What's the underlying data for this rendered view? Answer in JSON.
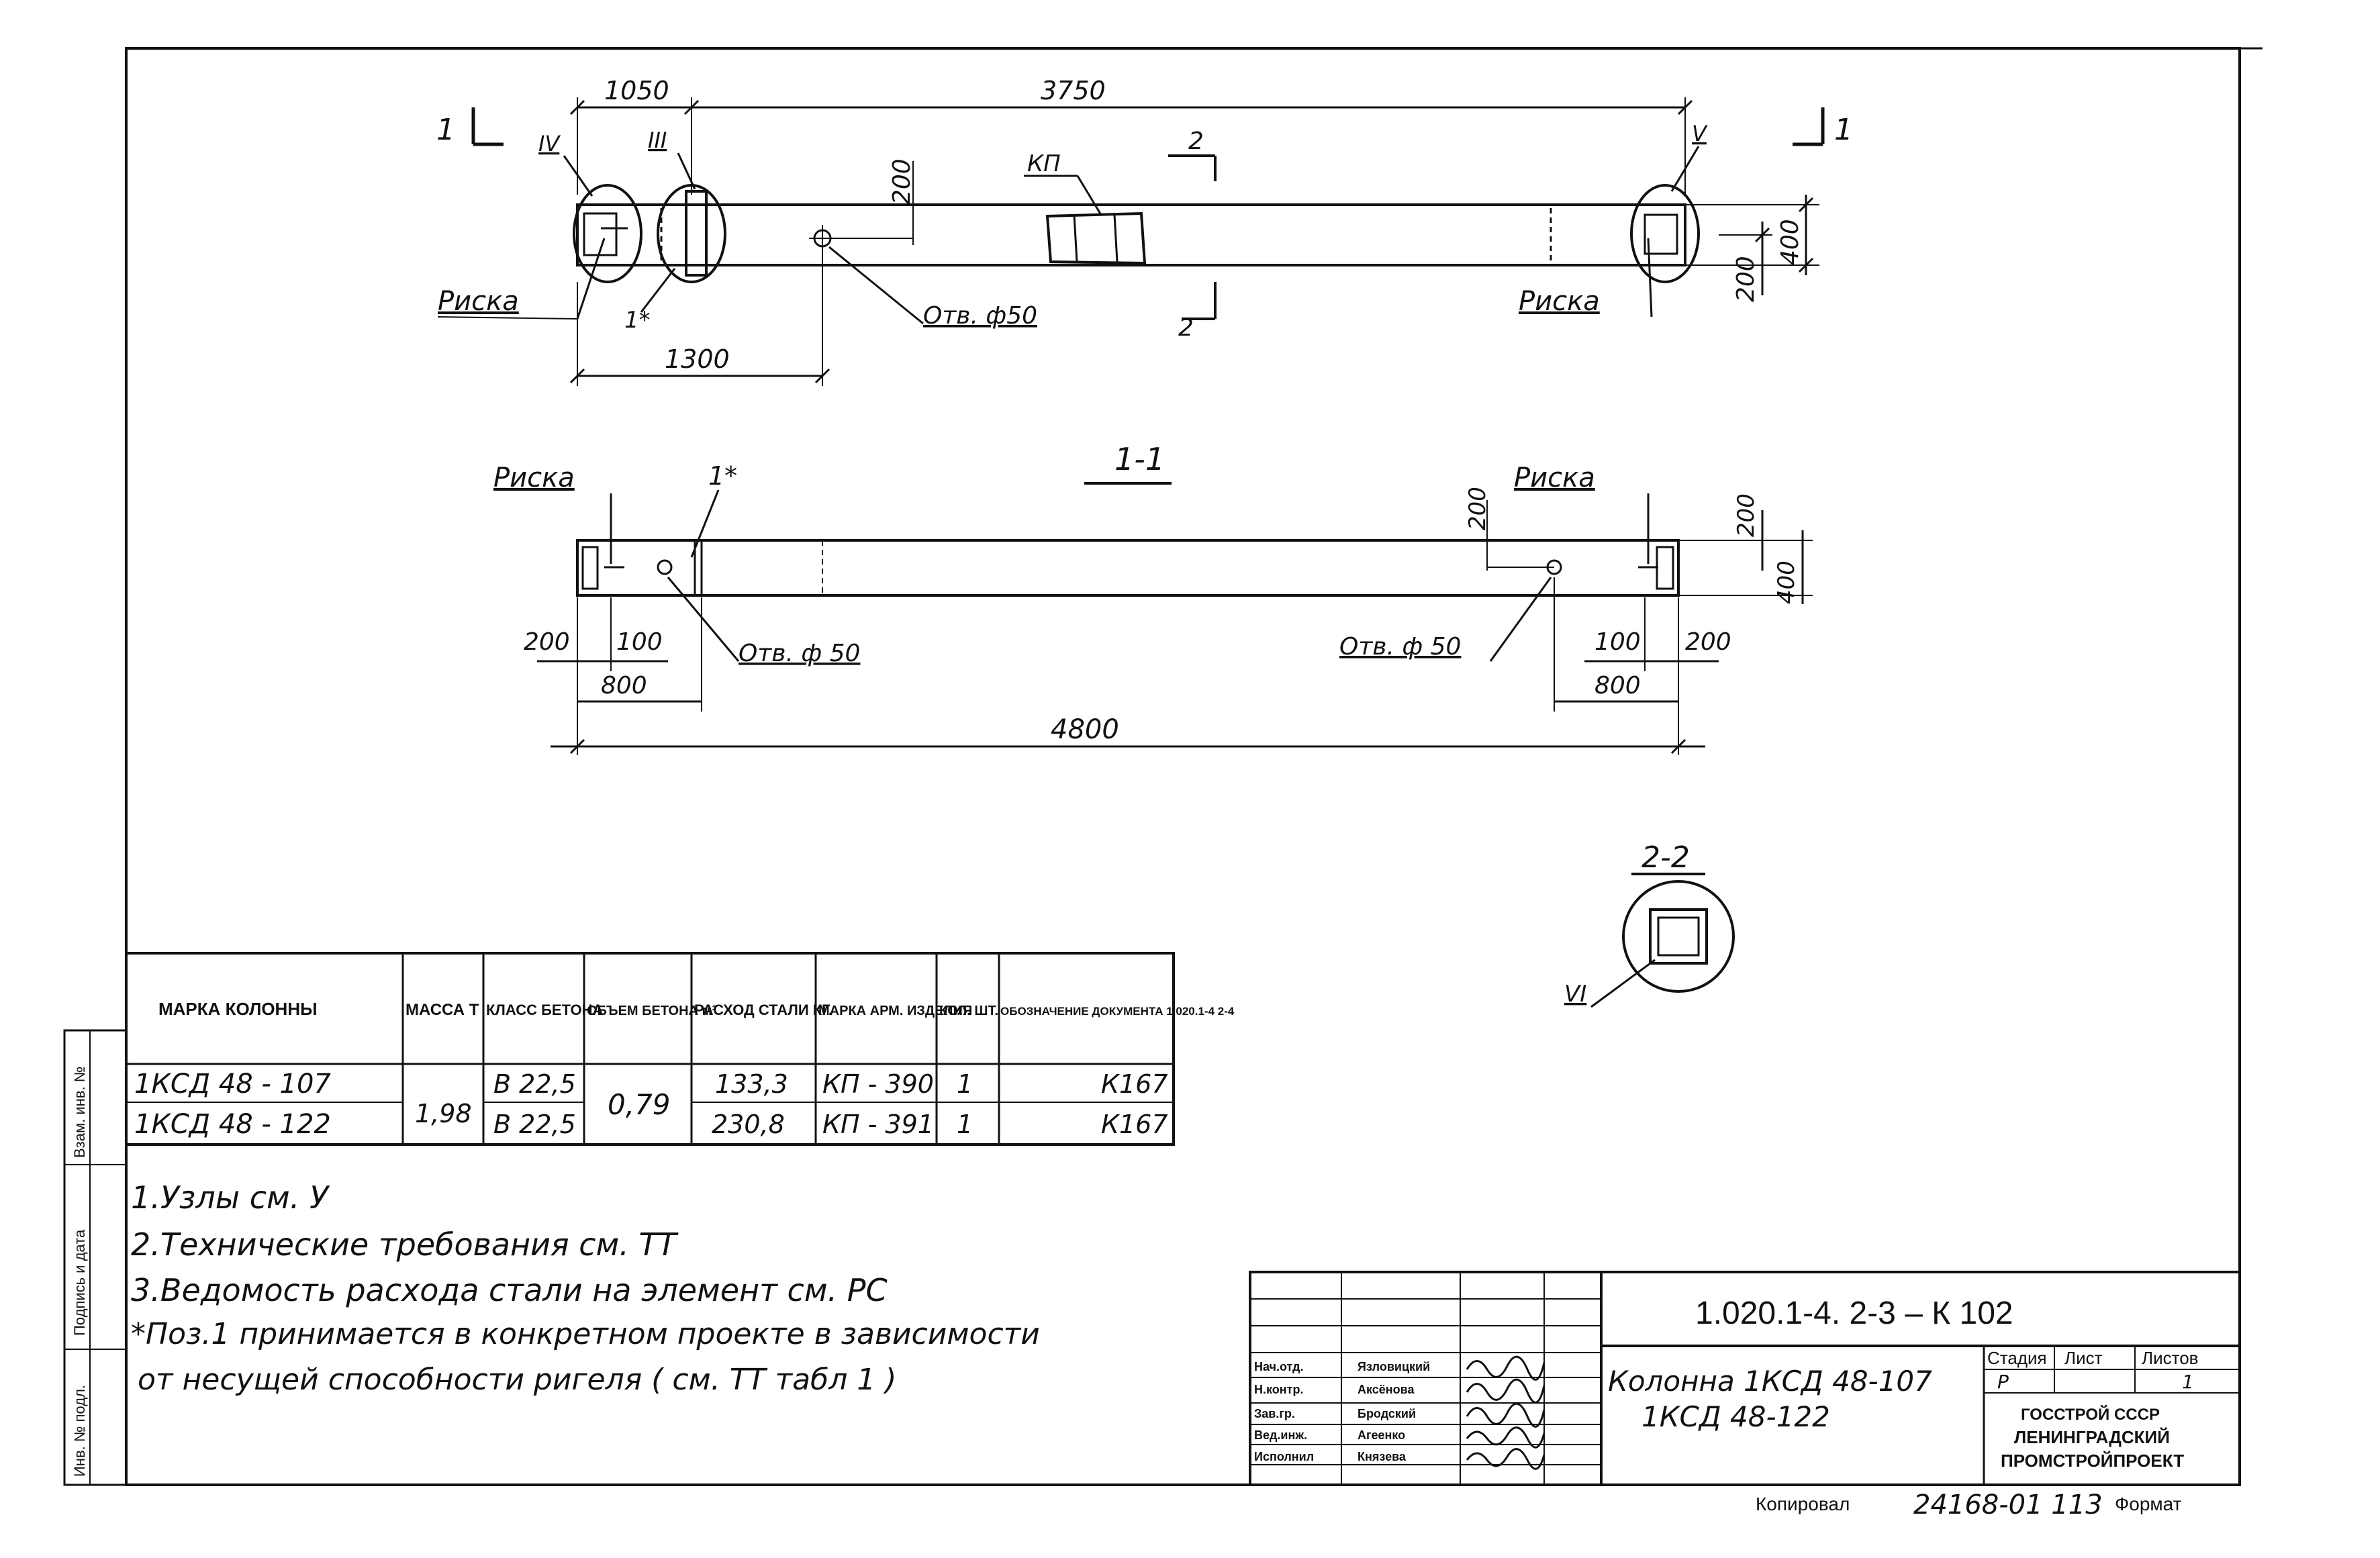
{
  "drawing": {
    "plan": {
      "dims": {
        "d1050": "1050",
        "d3750": "3750",
        "d1300": "1300",
        "d200a": "200",
        "d200b": "200",
        "d400": "400"
      },
      "section_tag_left": "1",
      "section_tag_right": "1",
      "section2_top": "2",
      "section2_bottom": "2",
      "callouts": {
        "iv": "IV",
        "iii": "III",
        "v": "V",
        "pos1": "1*",
        "kp": "КП"
      },
      "risk_left": "Риска",
      "risk_right": "Риска",
      "hole": "Отв. ф50"
    },
    "section_1_1": {
      "title": "1-1",
      "risk_left": "Риска",
      "risk_right": "Риска",
      "pos1": "1*",
      "hole_left": "Отв. ф 50",
      "hole_right": "Отв. ф 50",
      "dims": {
        "l200": "200",
        "l100": "100",
        "l800": "800",
        "r200v": "200",
        "r200": "200",
        "r100": "100",
        "r800": "800",
        "total": "4800",
        "h200": "200",
        "h400": "400"
      }
    },
    "section_2_2": {
      "title": "2-2",
      "callout": "VI"
    }
  },
  "spec_table": {
    "headers": {
      "mark": "МАРКА КОЛОННЫ",
      "mass": "МАССА Т",
      "class": "КЛАСС БЕТОНА",
      "volume": "ОБЪЕМ БЕТОНА м³",
      "steel": "РАСХОД СТАЛИ КГ.",
      "arm": "МАРКА АРМ. ИЗДЕЛИЯ",
      "qty": "КОЛ. ШТ.",
      "doc": "ОБОЗНАЧЕНИЕ ДОКУМЕНТА 1.020.1-4 2-4"
    },
    "rows": [
      {
        "mark": "1КСД 48 - 107",
        "class": "В 22,5",
        "steel": "133,3",
        "arm": "КП - 390",
        "qty": "1",
        "doc": "К167"
      },
      {
        "mark": "1КСД 48 - 122",
        "class": "В 22,5",
        "steel": "230,8",
        "arm": "КП - 391",
        "qty": "1",
        "doc": "К167"
      }
    ],
    "shared_mass": "1,98",
    "shared_volume": "0,79"
  },
  "notes": [
    "1.Узлы   см.  У",
    "2.Технические  требования   см.  ТТ",
    "3.Ведомость расхода  стали  на  элемент  см. РС",
    "*Поз.1 принимается  в конкретном проекте в зависимости",
    "от несущей способности ригеля ( см.  ТТ  табл  1    )"
  ],
  "side_strip": {
    "a": "Взам. инв. №",
    "b": "Подпись и дата",
    "c": "Инв. № подл."
  },
  "title_block": {
    "code": "1.020.1-4. 2-3    –    К 102",
    "roles": [
      "Нач.отд.",
      "Н.контр.",
      "Зав.гр.",
      "Вед.инж.",
      "Исполнил"
    ],
    "names": [
      "Язловицкий",
      "Аксёнова",
      "Бродский",
      "Агеенко",
      "Князева"
    ],
    "title_line1": "Колонна  1КСД 48-107",
    "title_line2": "1КСД 48-122",
    "stage_h": "Стадия",
    "sheet_h": "Лист",
    "sheets_h": "Листов",
    "stage": "Р",
    "sheets": "1",
    "org1": "ГОССТРОЙ СССР",
    "org2": "ЛЕНИНГРАДСКИЙ",
    "org3": "ПРОМСТРОЙПРОЕКТ"
  },
  "footer": {
    "copied": "Копировал",
    "number": "24168-01  113",
    "format": "Формат"
  }
}
